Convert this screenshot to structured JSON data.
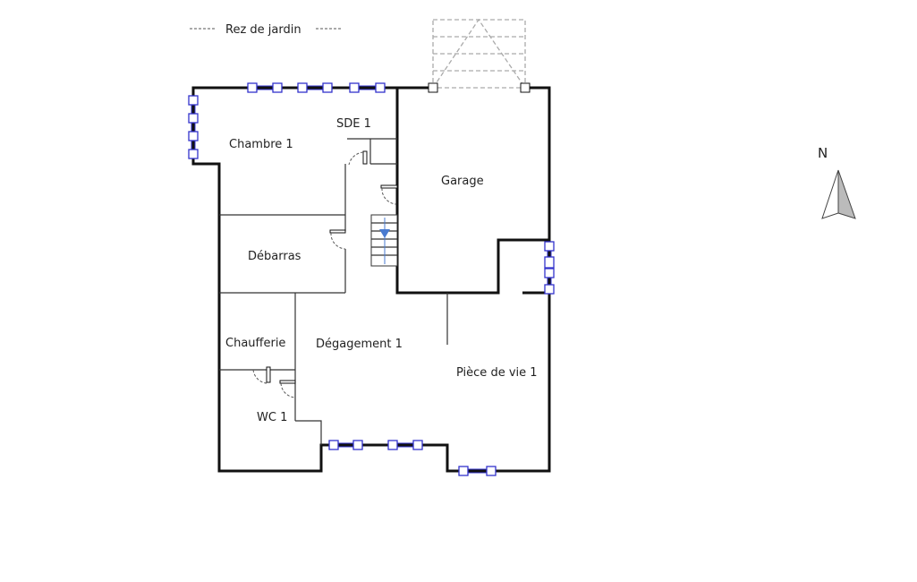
{
  "plan": {
    "level_title": "Rez de jardin",
    "rooms": {
      "chambre": "Chambre 1",
      "sde": "SDE 1",
      "garage": "Garage",
      "debarras": "Débarras",
      "chaufferie": "Chaufferie",
      "degagement": "Dégagement 1",
      "wc": "WC 1",
      "piece_de_vie": "Pièce de vie 1"
    },
    "compass": {
      "label": "N",
      "icon": "north-arrow-icon"
    },
    "colors": {
      "wall": "#111111",
      "window": "#3333cc",
      "stair_arrow": "#4a7bd0",
      "garage_door": "#aaaaaa"
    }
  }
}
